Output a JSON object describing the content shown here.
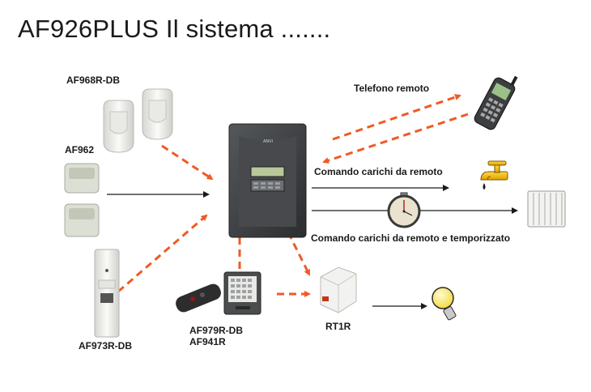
{
  "title": "AF926PLUS  Il sistema .......",
  "labels": {
    "af968": "AF968R-DB",
    "af962": "AF962",
    "af973": "AF973R-DB",
    "af979": "AF979R-DB",
    "af941": "AF941R",
    "rt1r": "RT1R",
    "telefono": "Telefono remoto",
    "comando": "Comando carichi da remoto",
    "comando_temp": "Comando carichi da remoto e temporizzato"
  },
  "panel_brand": "ANVI",
  "colors": {
    "dashed_arrow": "#f05a24",
    "solid_arrow": "#1a1a1a",
    "panel_body": "#3c3f41",
    "device_white": "#f1f1ef"
  },
  "icons": [
    "pir-sensor-icon",
    "camera-sensor-icon",
    "door-contact-icon",
    "remote-keyfob-icon",
    "keypad-icon",
    "control-panel-icon",
    "mobile-phone-icon",
    "water-tap-icon",
    "radiator-icon",
    "stopwatch-icon",
    "relay-module-icon",
    "light-bulb-icon"
  ]
}
